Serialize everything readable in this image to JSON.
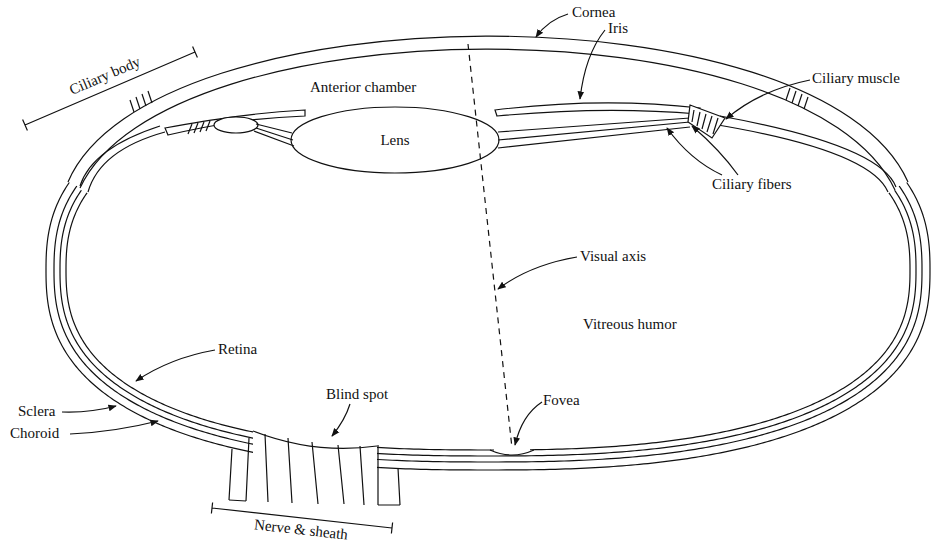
{
  "diagram": {
    "nodes": [
      {
        "text": [
          "Lens"
        ]
      }
    ],
    "labels": [
      "Cornea",
      "Iris",
      "Ciliary body",
      "Anterior chamber",
      "Ciliary muscle",
      "Ciliary fibers",
      "Visual axis",
      "Vitreous humor",
      "Retina",
      "Blind spot",
      "Fovea",
      "Sclera",
      "Choroid",
      "Nerve & sheath"
    ]
  }
}
